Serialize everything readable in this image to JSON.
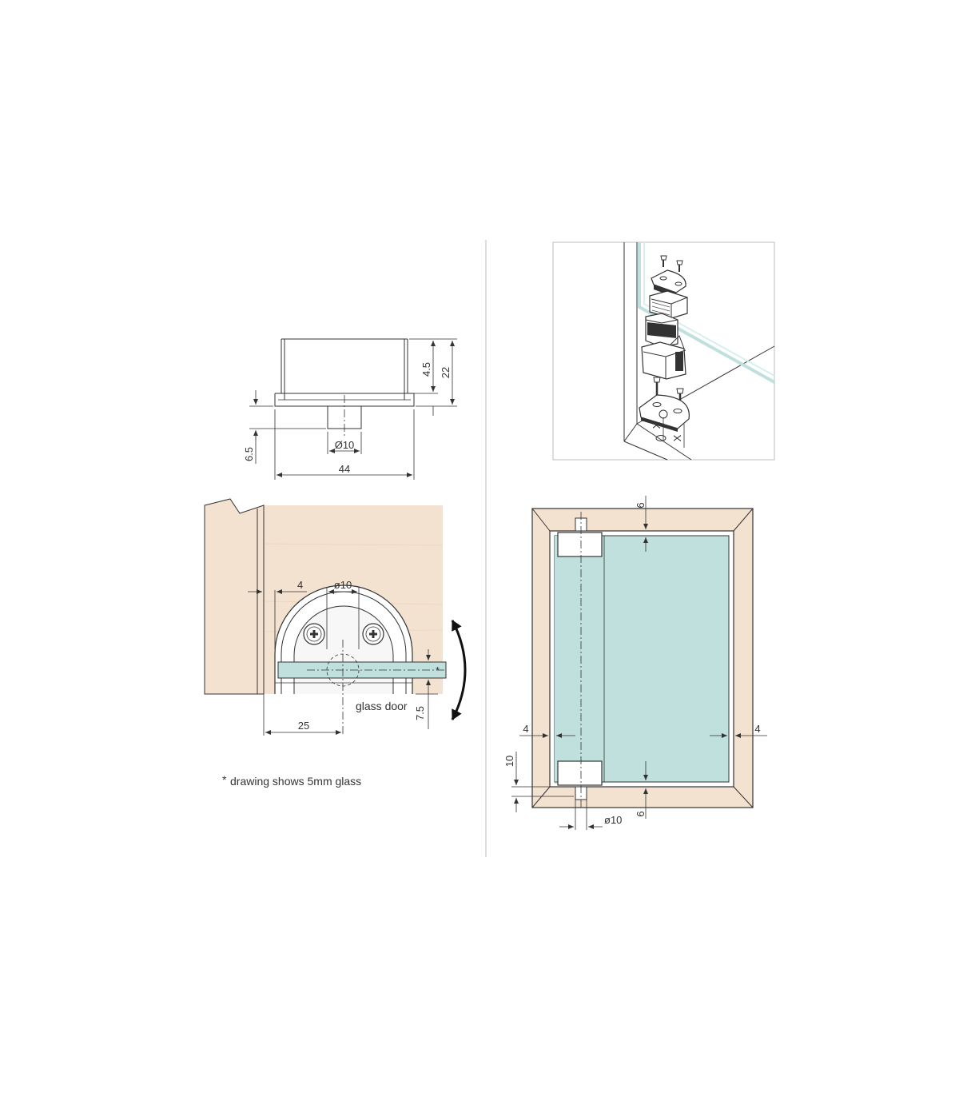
{
  "colors": {
    "wood": "#f4e2d0",
    "wood_dark": "#efd8c2",
    "glass": "#bfe0dc",
    "glass_light": "#d8efec",
    "line": "#333333",
    "divider": "#c8c8c8"
  },
  "top_view": {
    "dim_height_upper": "4.5",
    "dim_height_total": "22",
    "dim_base": "6.5",
    "dim_pin_diameter": "Ø10",
    "dim_width": "44"
  },
  "front_view": {
    "dim_edge": "4",
    "dim_pin_diameter": "ø10",
    "dim_depth": "25",
    "dim_offset": "7.5",
    "glass_label": "glass door",
    "glass_mark": "*",
    "footnote_mark": "*",
    "footnote": "drawing shows  5mm glass"
  },
  "exploded_view": {
    "label_x_left": "X",
    "label_x_right": "X"
  },
  "frame_view": {
    "dim_top_gap": "6",
    "dim_left": "4",
    "dim_right": "4",
    "dim_hinge_height": "10",
    "dim_pin_diameter": "ø10",
    "dim_bottom_gap": "6"
  },
  "icons": [
    "swing-arrow-icon",
    "screw-head-icon"
  ]
}
